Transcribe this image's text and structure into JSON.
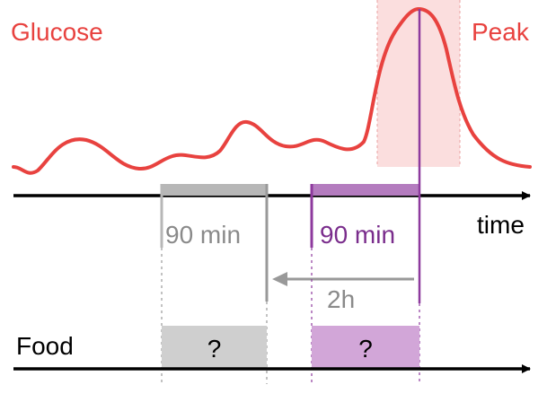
{
  "labels": {
    "glucose": "Glucose",
    "peak": "Peak",
    "time_axis": "time",
    "food_axis": "Food",
    "window_gray": "90 min",
    "window_purple": "90 min",
    "offset": "2h",
    "food_gray": "?",
    "food_purple": "?"
  },
  "colors": {
    "glucose_curve": "#e8423f",
    "peak_band": "#fbdede",
    "gray_window": "#b7b7b7",
    "gray_text": "#8a8a8a",
    "purple_window": "#b47cbf",
    "purple_text": "#7a2d8c",
    "food_gray_box": "#cfcfcf",
    "food_purple_box": "#d2a6d8",
    "axis": "#000000"
  }
}
